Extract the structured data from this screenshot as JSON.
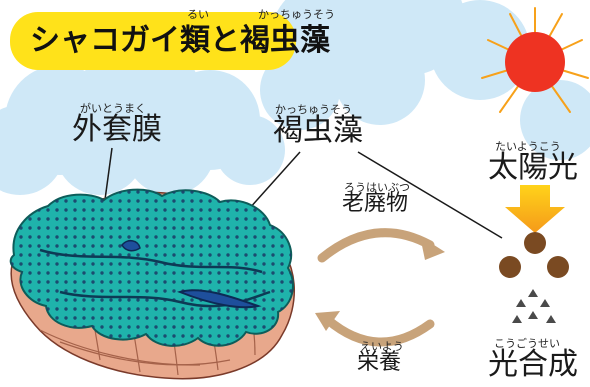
{
  "title": {
    "text": "シャコガイ類と褐虫藻",
    "ruby_rui": "るい",
    "ruby_kacchuusou": "かっちゅうそう"
  },
  "labels": {
    "mantle": {
      "text": "外套膜",
      "ruby": "がいとうまく"
    },
    "zooxanthellae": {
      "text": "褐虫藻",
      "ruby": "かっちゅうそう"
    },
    "sunlight": {
      "text": "太陽光",
      "ruby": "たいようこう"
    },
    "waste": {
      "text": "老廃物",
      "ruby": "ろうはいぶつ"
    },
    "nutrients": {
      "text": "栄養",
      "ruby": "えいよう"
    },
    "photosynthesis": {
      "text": "光合成",
      "ruby": "こうごうせい"
    }
  },
  "colors": {
    "title_bg": "#ffe21a",
    "sky": "#cfe8f7",
    "sun": "#ee3322",
    "sun_rays": "#f7a11a",
    "arrow": "#c8a37a",
    "mantle": "#1fb3ab",
    "spots": "#1a3a66",
    "shell": "#e8a88c",
    "dots": "#7a4a22"
  }
}
